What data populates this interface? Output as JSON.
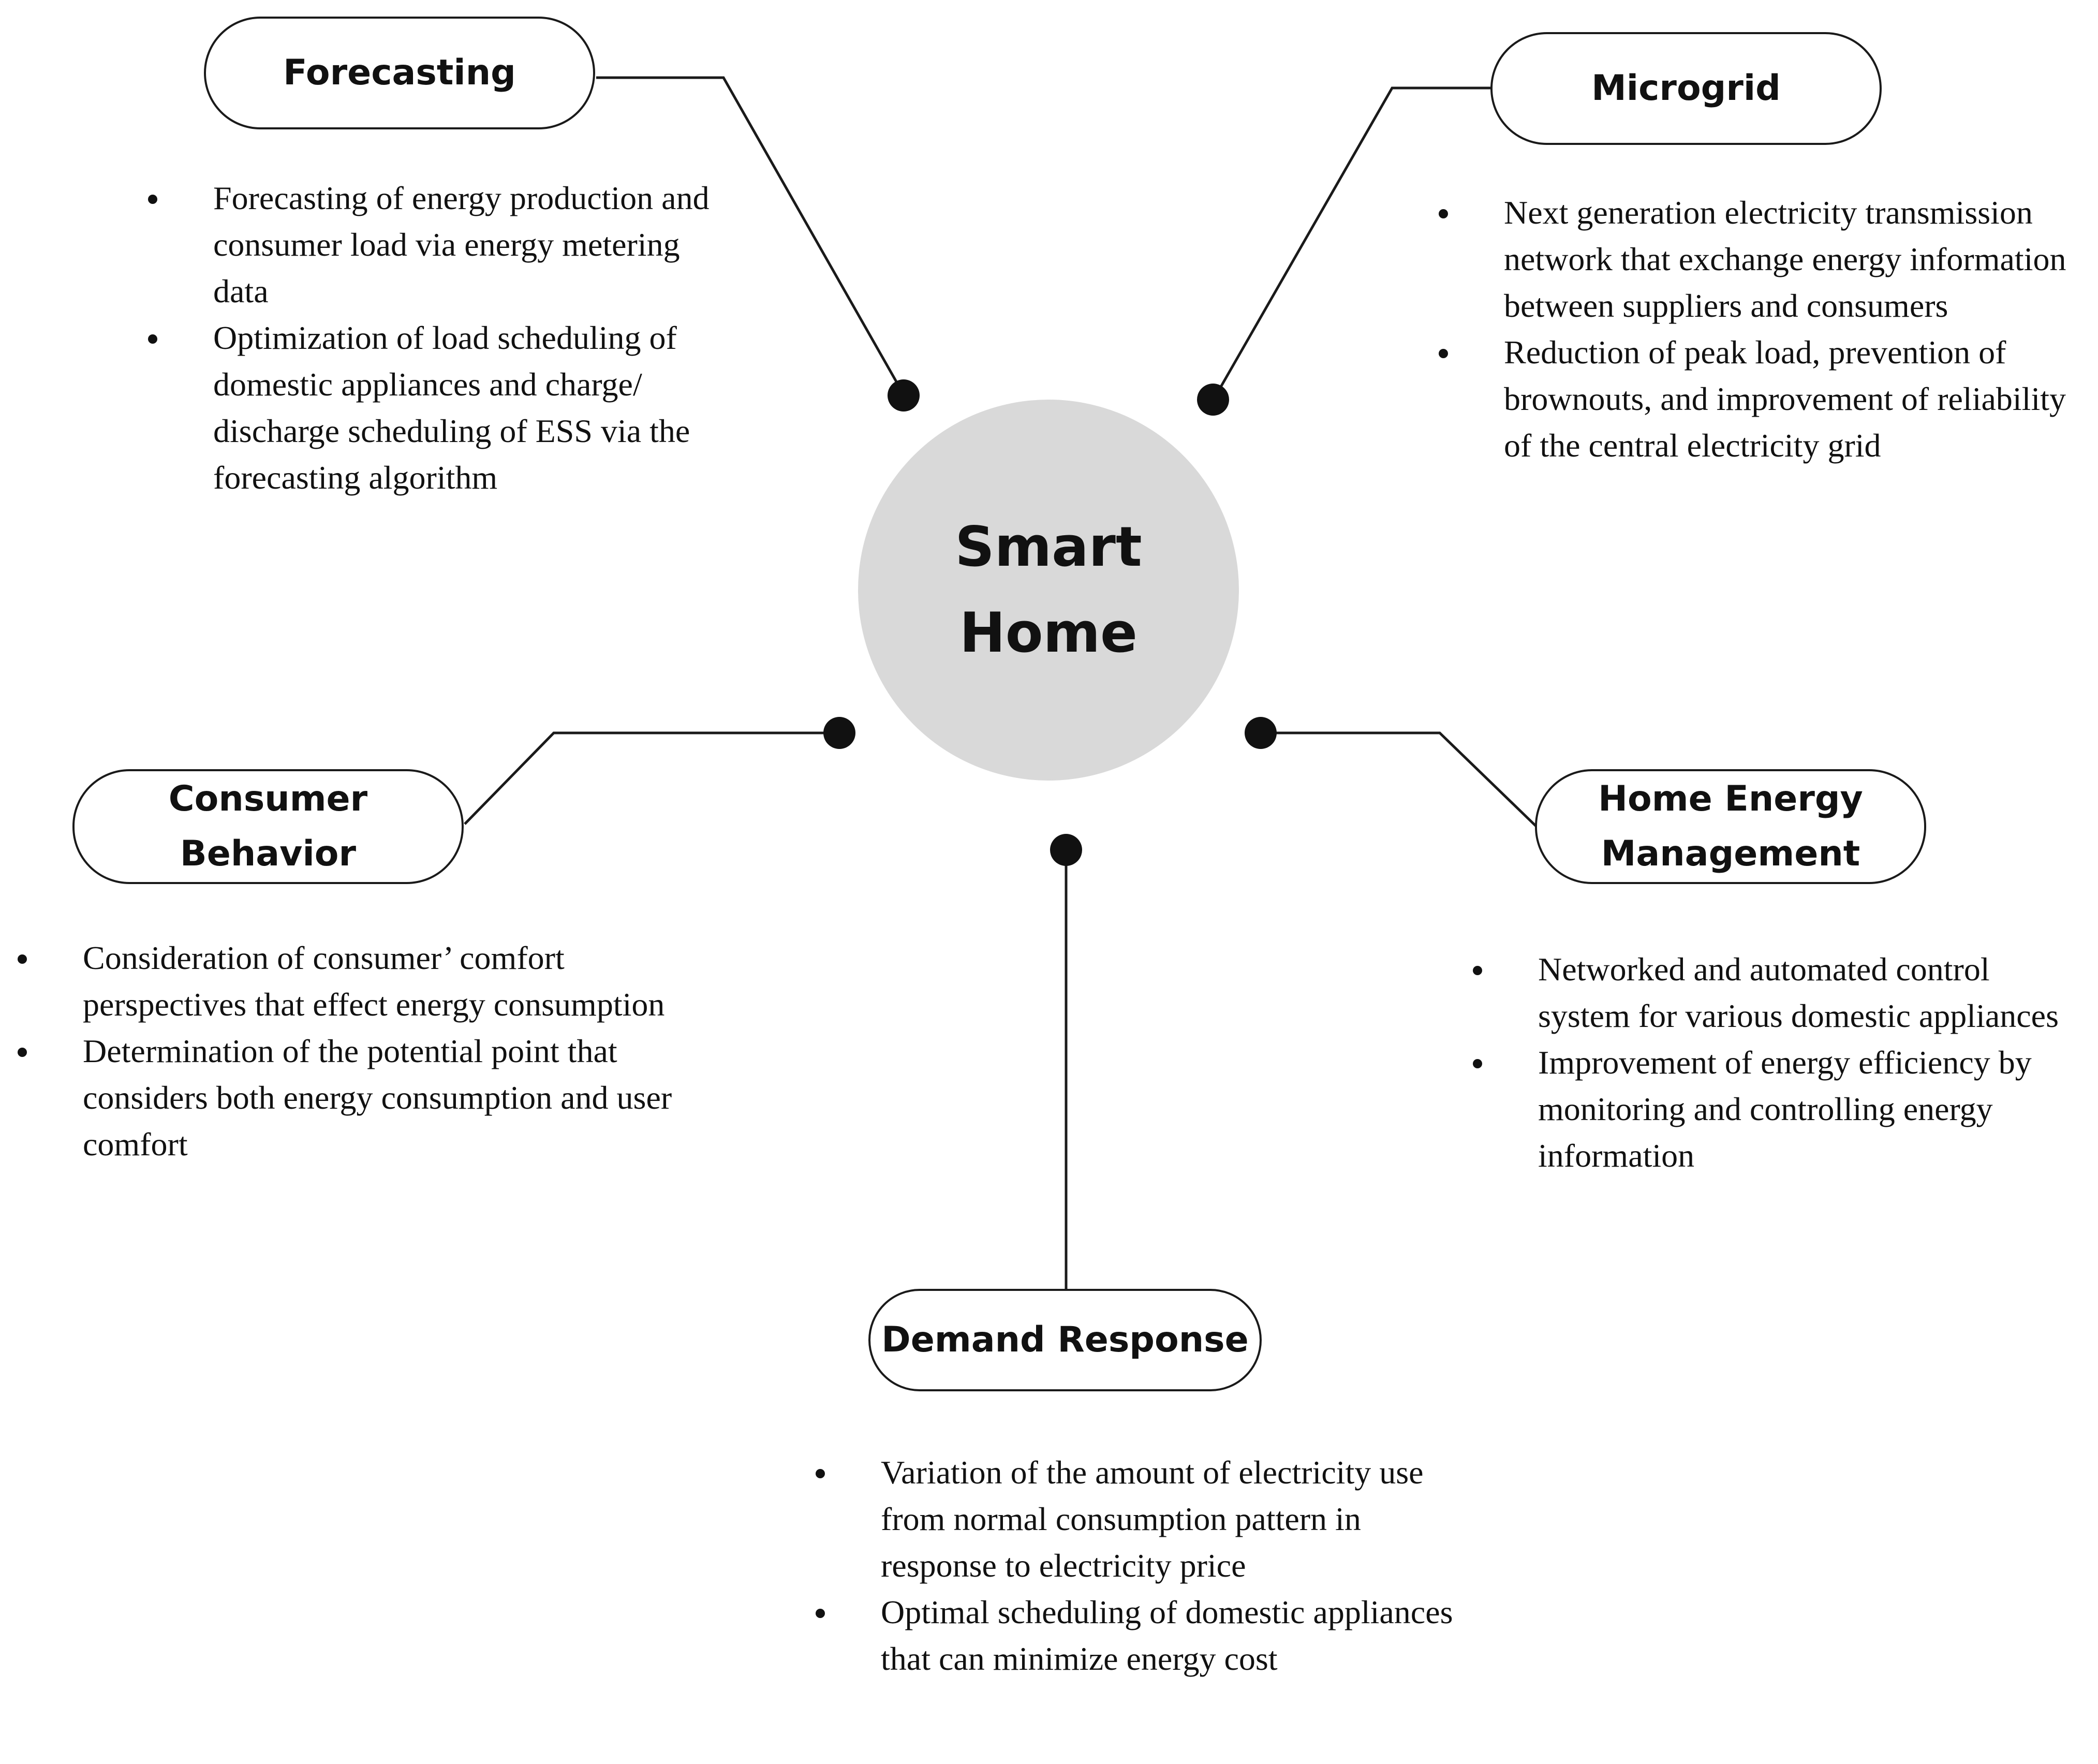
{
  "center": {
    "title_line1": "Smart",
    "title_line2": "Home"
  },
  "topics": {
    "forecasting": {
      "label": "Forecasting",
      "bullets": [
        "Forecasting of energy production and consumer load via energy metering data",
        "Optimization of load scheduling of domestic appliances and charge/ discharge scheduling of ESS via the forecasting algorithm"
      ]
    },
    "microgrid": {
      "label": "Microgrid",
      "bullets": [
        "Next generation electricity transmission network that exchange energy information between suppliers and consumers",
        "Reduction of peak load, prevention of brownouts, and improvement of reliability of the central electricity grid"
      ]
    },
    "consumer_behavior": {
      "label": "Consumer\nBehavior",
      "bullets": [
        "Consideration of consumer’ comfort perspectives that effect energy consumption",
        "Determination of the potential point that considers both energy consumption and user comfort"
      ]
    },
    "home_energy_management": {
      "label": "Home Energy\nManagement",
      "bullets": [
        "Networked and automated control system for various domestic appliances",
        "Improvement of energy efficiency by monitoring and controlling energy information"
      ]
    },
    "demand_response": {
      "label": "Demand Response",
      "bullets": [
        "Variation of the amount of electricity use from normal consumption pattern in response to electricity price",
        "Optimal scheduling of domestic appliances that can minimize energy cost"
      ]
    }
  },
  "colors": {
    "center_fill": "#d9d9d9",
    "line": "#1a1a1a",
    "text": "#111111"
  }
}
